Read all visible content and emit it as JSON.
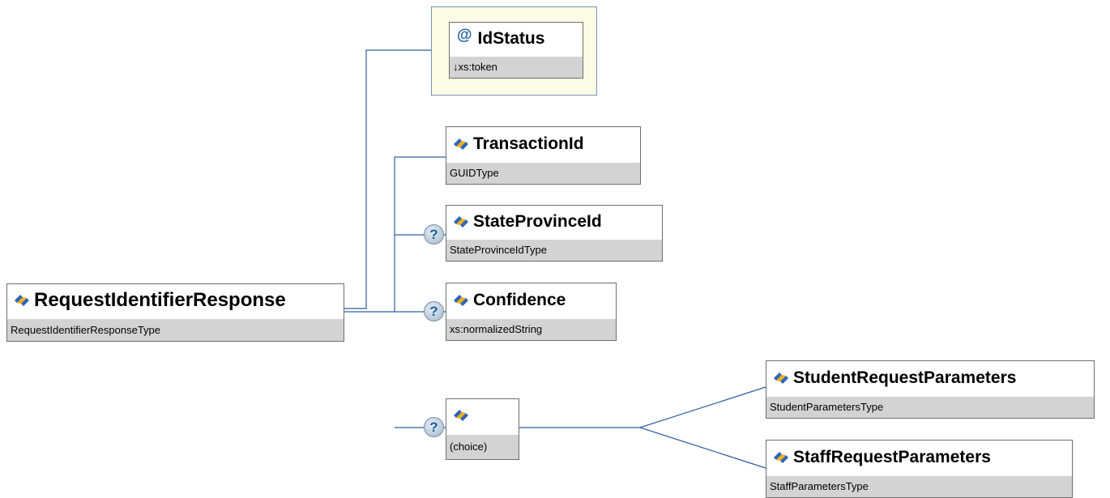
{
  "root": {
    "name": "RequestIdentifierResponse",
    "type": "RequestIdentifierResponseType"
  },
  "attribute": {
    "name": "IdStatus",
    "type": "↓xs:token",
    "icon": "at-icon"
  },
  "elements": [
    {
      "name": "TransactionId",
      "type": "GUIDType",
      "optional": false,
      "icon": "element-icon"
    },
    {
      "name": "StateProvinceId",
      "type": "StateProvinceIdType",
      "optional": true,
      "icon": "element-icon"
    },
    {
      "name": "Confidence",
      "type": "xs:normalizedString",
      "optional": true,
      "icon": "element-icon"
    }
  ],
  "choice": {
    "label": "(choice)",
    "optional": true,
    "icon": "element-icon"
  },
  "choice_options": [
    {
      "name": "StudentRequestParameters",
      "type": "StudentParametersType",
      "icon": "element-icon"
    },
    {
      "name": "StaffRequestParameters",
      "type": "StaffParametersType",
      "icon": "element-icon"
    }
  ],
  "optional_marker": "?",
  "colors": {
    "connector": "#2f5f9e",
    "type_bar": "#d3d3d3",
    "icon_blue": "#2d64b8",
    "icon_gold": "#f2b014",
    "attribute_bg": "#fcfce6"
  }
}
